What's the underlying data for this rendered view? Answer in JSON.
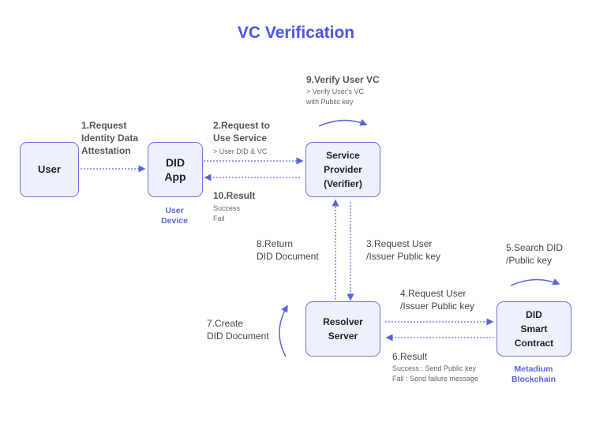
{
  "title": "VC Verification",
  "nodes": {
    "user": "User",
    "did_app": "DID\nApp",
    "service_provider": "Service\nProvider\n(Verifier)",
    "resolver": "Resolver\nServer",
    "smart_contract": "DID\nSmart\nContract"
  },
  "groups": {
    "user_device": "User\nDevice",
    "blockchain": "Metadium\nBlockchain"
  },
  "steps": {
    "s1": "1.Request\nIdentity Data\nAttestation",
    "s2": "2.Request to\nUse Service",
    "s2_sub": "> User DID & VC",
    "s3": "3.Request User\n/Issuer Public key",
    "s4": "4.Request User\n/Issuer Public key",
    "s5": "5.Search DID\n/Public key",
    "s6": "6.Result",
    "s6_sub": "Success : Send Public key\nFail : Send failure message",
    "s7": "7.Create\nDID Document",
    "s8": "8.Return\nDID Document",
    "s9": "9.Verify User VC",
    "s9_sub": "> Verify User's VC\nwith Public key",
    "s10": "10.Result",
    "s10_sub": "Success\nFail"
  },
  "colors": {
    "accent": "#4a55e6",
    "arrow": "#5a63d6",
    "box_fill": "#eef0fc"
  }
}
